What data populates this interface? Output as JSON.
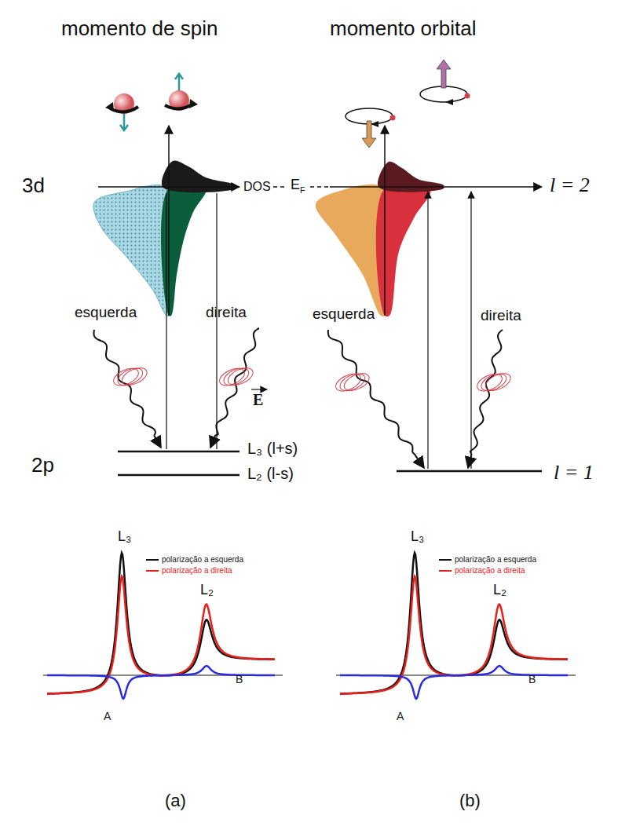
{
  "diagram": {
    "labels": [
      "momento de spin",
      "momento orbital",
      "3d",
      "DOS",
      "E",
      "F",
      "l = 2",
      "esquerda",
      "direita",
      "E",
      "2p",
      "L₃ (l+s)",
      "L₂ (l-s)",
      "esquerda",
      "direita",
      "l = 1",
      "L₃",
      "L₂",
      "A",
      "B",
      "L₃",
      "L₂",
      "A",
      "B",
      "(a)",
      "(b)"
    ],
    "legend": [
      {
        "text": "polarização a esquerda"
      },
      {
        "text": "polarização a direita"
      },
      {
        "text": "polarização a esquerda"
      },
      {
        "text": "polarização a direita"
      }
    ]
  }
}
